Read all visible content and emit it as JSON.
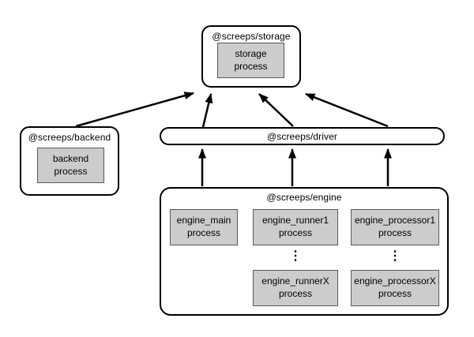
{
  "diagram": {
    "background": "#ffffff",
    "colors": {
      "process_fill": "#cccccc",
      "process_border": "#58585a",
      "node_border": "#000000",
      "arrow": "#000000"
    },
    "nodes": {
      "storage": {
        "title": "@screeps/storage",
        "process": "storage\nprocess"
      },
      "backend": {
        "title": "@screeps/backend",
        "process": "backend\nprocess"
      },
      "driver": {
        "title": "@screeps/driver"
      },
      "engine": {
        "title": "@screeps/engine",
        "main": "engine_main\nprocess",
        "runner1": "engine_runner1\nprocess",
        "runnerX": "engine_runnerX\nprocess",
        "processor1": "engine_processor1\nprocess",
        "processorX": "engine_processorX\nprocess",
        "ellipsis": "⋮"
      }
    },
    "edges": [
      {
        "from": "backend",
        "to": "storage"
      },
      {
        "from": "driver",
        "to": "storage"
      },
      {
        "from": "driver",
        "to": "storage"
      },
      {
        "from": "driver",
        "to": "storage"
      },
      {
        "from": "engine",
        "to": "driver"
      },
      {
        "from": "engine",
        "to": "driver"
      },
      {
        "from": "engine",
        "to": "driver"
      }
    ]
  }
}
